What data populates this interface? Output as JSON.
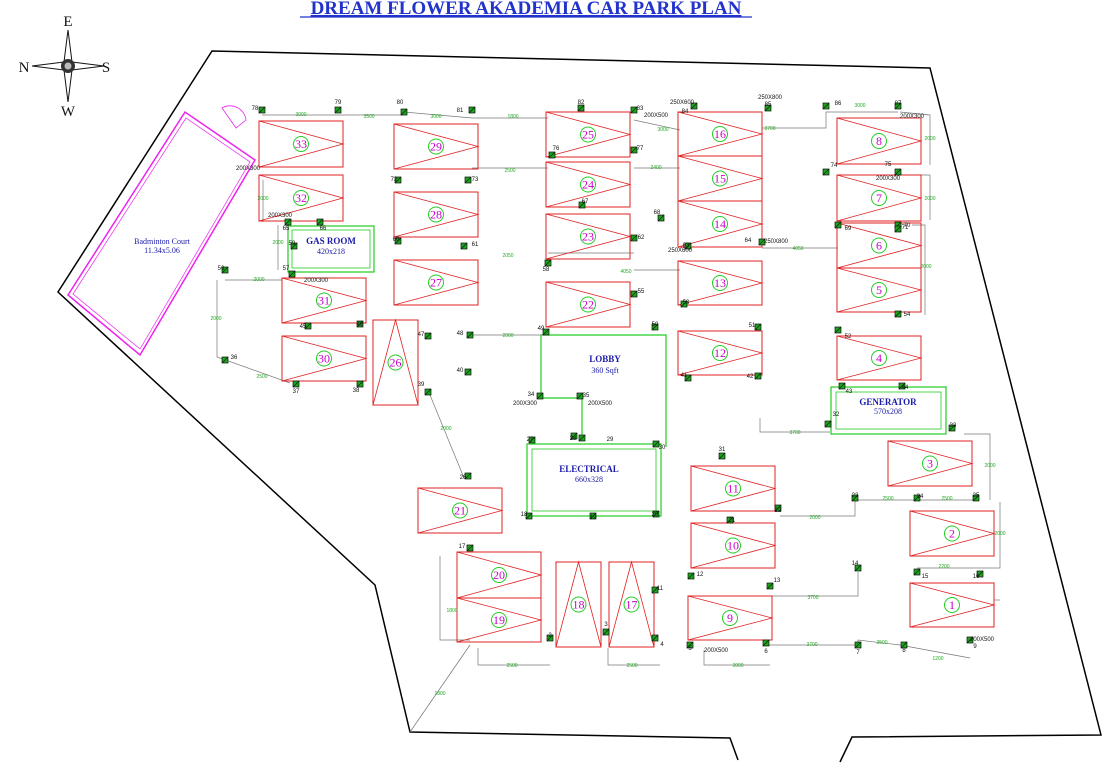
{
  "title": "DREAM FLOWER AKADEMIA  CAR PARK PLAN",
  "compass": {
    "top": "E",
    "left": "N",
    "right": "S",
    "bottom": "W"
  },
  "rooms": {
    "badminton": {
      "name": "Badminton Court",
      "size": "11.34x5.06"
    },
    "gas": {
      "name": "GAS ROOM",
      "size": "420x218"
    },
    "lobby": {
      "name": "LOBBY",
      "size": "360 Sqft"
    },
    "electrical": {
      "name": "ELECTRICAL",
      "size": "660x328"
    },
    "generator": {
      "name": "GENERATOR",
      "size": "570x208"
    }
  },
  "slots": [
    "1",
    "2",
    "3",
    "4",
    "5",
    "6",
    "7",
    "8",
    "9",
    "10",
    "11",
    "12",
    "13",
    "14",
    "15",
    "16",
    "17",
    "18",
    "19",
    "20",
    "21",
    "22",
    "23",
    "24",
    "25",
    "26",
    "27",
    "28",
    "29",
    "30",
    "31",
    "32",
    "33"
  ],
  "points": [
    "2",
    "3",
    "4",
    "5",
    "6",
    "7",
    "8",
    "9",
    "11",
    "12",
    "13",
    "14",
    "15",
    "16",
    "17",
    "18",
    "19",
    "20",
    "21",
    "22",
    "23",
    "24",
    "25",
    "26",
    "27",
    "28",
    "29",
    "30",
    "31",
    "32",
    "33",
    "34",
    "35",
    "36",
    "37",
    "38",
    "39",
    "40",
    "41",
    "42",
    "43",
    "44",
    "45",
    "46",
    "47",
    "48",
    "49",
    "50",
    "51",
    "52",
    "53",
    "54",
    "55",
    "56",
    "57",
    "58",
    "59",
    "60",
    "61",
    "62",
    "63",
    "64",
    "65",
    "66",
    "67",
    "68",
    "69",
    "70",
    "71",
    "72",
    "73",
    "74",
    "75",
    "76",
    "77",
    "78",
    "79",
    "80",
    "81",
    "82",
    "83",
    "84",
    "85",
    "86",
    "87"
  ],
  "size_labels": [
    "200X500",
    "250X600",
    "250X800",
    "200X300"
  ],
  "dims": [
    "2000",
    "2500",
    "3000",
    "3500",
    "3700",
    "2200",
    "2400",
    "2050",
    "4050",
    "1200",
    "1800"
  ],
  "colors": {
    "outline": "#000000",
    "slot": "#e02020",
    "slot_number": "#cc00cc",
    "room": "#22cc22",
    "court": "#ee22ee",
    "dim": "#22aa22",
    "title": "#2233cc"
  }
}
